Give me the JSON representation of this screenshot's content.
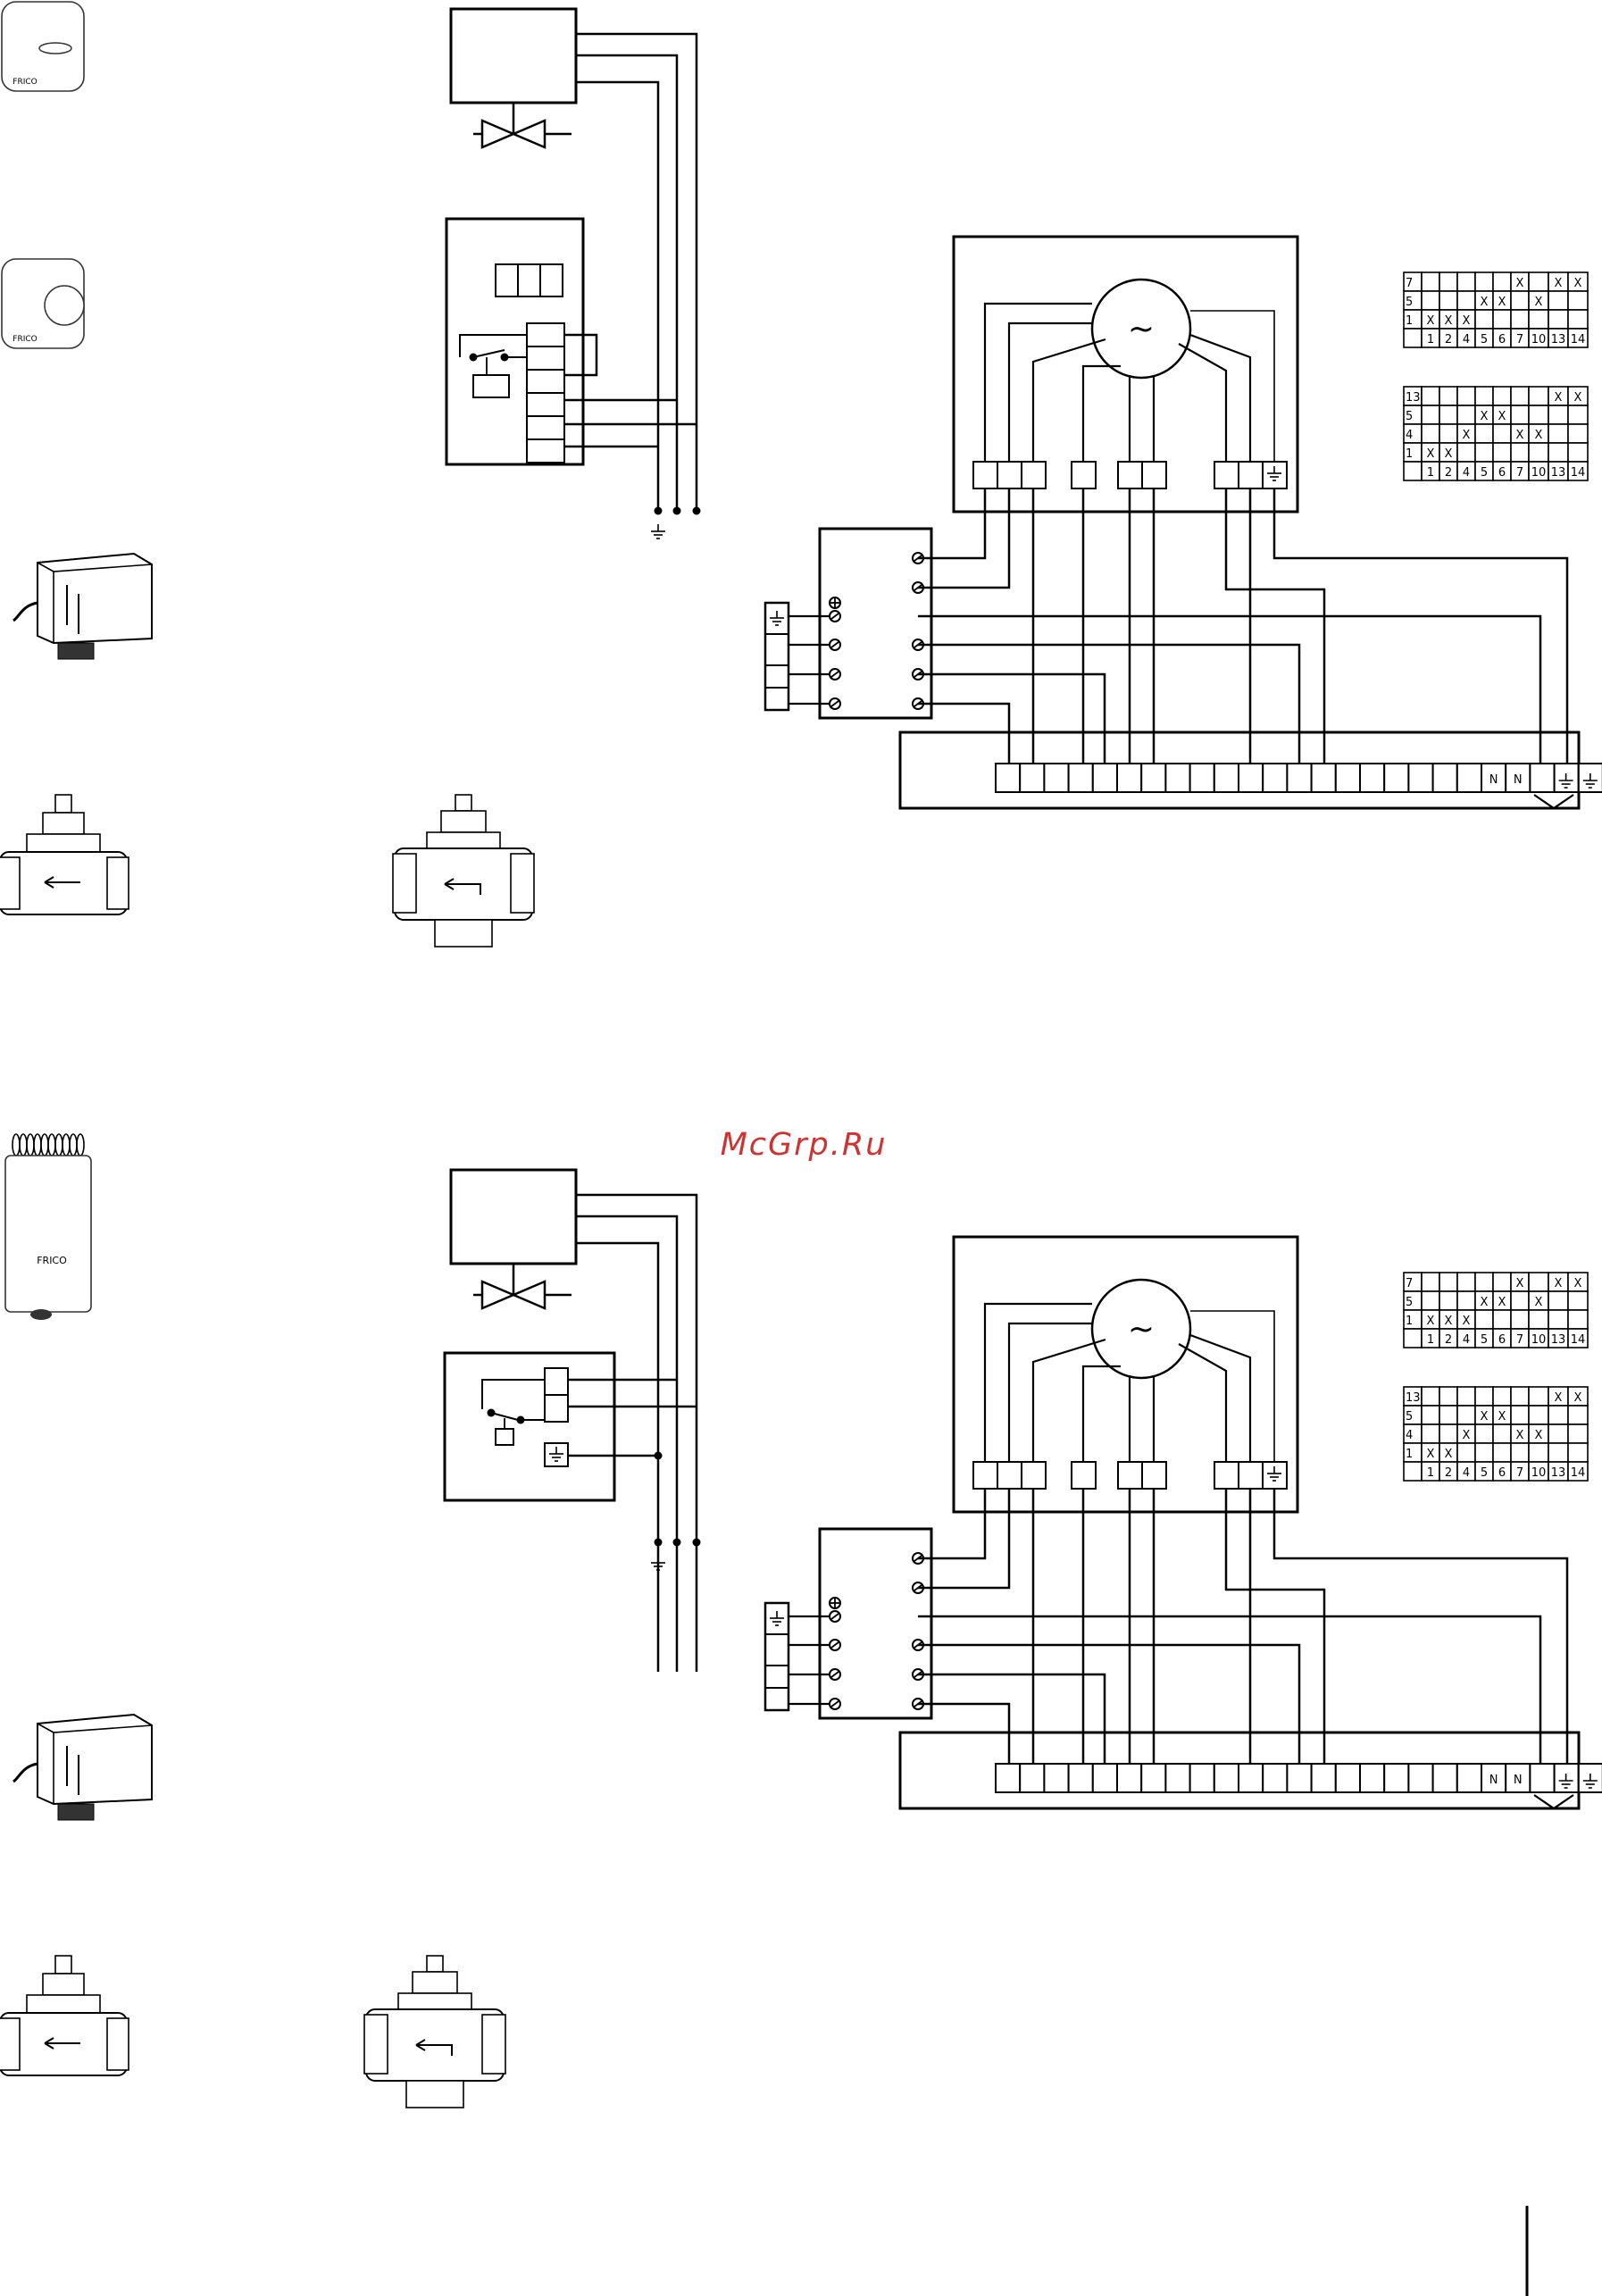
{
  "watermark": "McGrp.Ru",
  "colors": {
    "line": "#000000",
    "watermark": "#cc3333",
    "background": "#ffffff"
  },
  "device_labels": {
    "brand_mark": "FRICO",
    "motor_symbol": "~",
    "terminal_neutral": "N",
    "ground_symbol": "⏚"
  },
  "config_tables": {
    "table_a": {
      "columns": [
        "1",
        "2",
        "4",
        "5",
        "6",
        "7",
        "10",
        "13",
        "14"
      ],
      "rows": [
        {
          "label": "7",
          "marks": [
            "",
            "",
            "",
            "",
            "",
            "X",
            "",
            "X",
            "X"
          ]
        },
        {
          "label": "5",
          "marks": [
            "",
            "",
            "",
            "X",
            "X",
            "",
            "X",
            "",
            ""
          ]
        },
        {
          "label": "1",
          "marks": [
            "X",
            "X",
            "X",
            "",
            "",
            "",
            "",
            "",
            ""
          ]
        }
      ]
    },
    "table_b": {
      "columns": [
        "1",
        "2",
        "4",
        "5",
        "6",
        "7",
        "10",
        "13",
        "14"
      ],
      "rows": [
        {
          "label": "13",
          "marks": [
            "",
            "",
            "",
            "",
            "",
            "",
            "",
            "X",
            "X"
          ]
        },
        {
          "label": "5",
          "marks": [
            "",
            "",
            "",
            "X",
            "X",
            "",
            "",
            "",
            ""
          ]
        },
        {
          "label": "4",
          "marks": [
            "",
            "",
            "X",
            "",
            "",
            "X",
            "X",
            "",
            ""
          ]
        },
        {
          "label": "1",
          "marks": [
            "X",
            "X",
            "",
            "",
            "",
            "",
            "",
            "",
            ""
          ]
        }
      ]
    }
  }
}
